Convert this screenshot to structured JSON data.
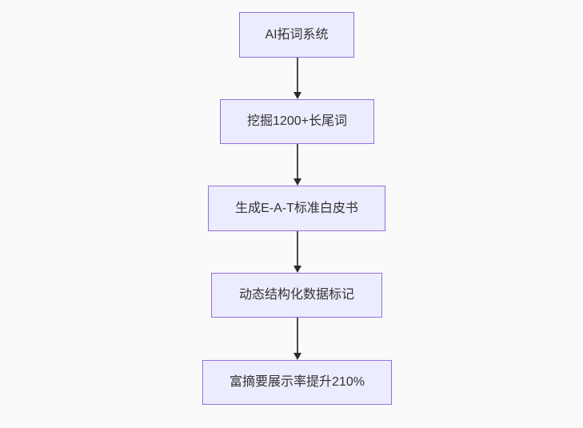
{
  "diagram": {
    "type": "flowchart",
    "direction": "top-down",
    "title": "",
    "nodes": [
      {
        "id": "node-1",
        "label": "AI拓词系统"
      },
      {
        "id": "node-2",
        "label": "挖掘1200+长尾词"
      },
      {
        "id": "node-3",
        "label": "生成E-A-T标准白皮书"
      },
      {
        "id": "node-4",
        "label": "动态结构化数据标记"
      },
      {
        "id": "node-5",
        "label": "富摘要展示率提升210%"
      }
    ],
    "edges": [
      {
        "from": "node-1",
        "to": "node-2",
        "arrow": "down"
      },
      {
        "from": "node-2",
        "to": "node-3",
        "arrow": "down"
      },
      {
        "from": "node-3",
        "to": "node-4",
        "arrow": "down"
      },
      {
        "from": "node-4",
        "to": "node-5",
        "arrow": "down"
      }
    ],
    "colors": {
      "background": "#fafafa",
      "node_fill": "#ececff",
      "node_border": "#9370db",
      "edge_line": "#4a4a4a",
      "arrowhead": "#2b2b2b",
      "text": "#333333"
    }
  }
}
